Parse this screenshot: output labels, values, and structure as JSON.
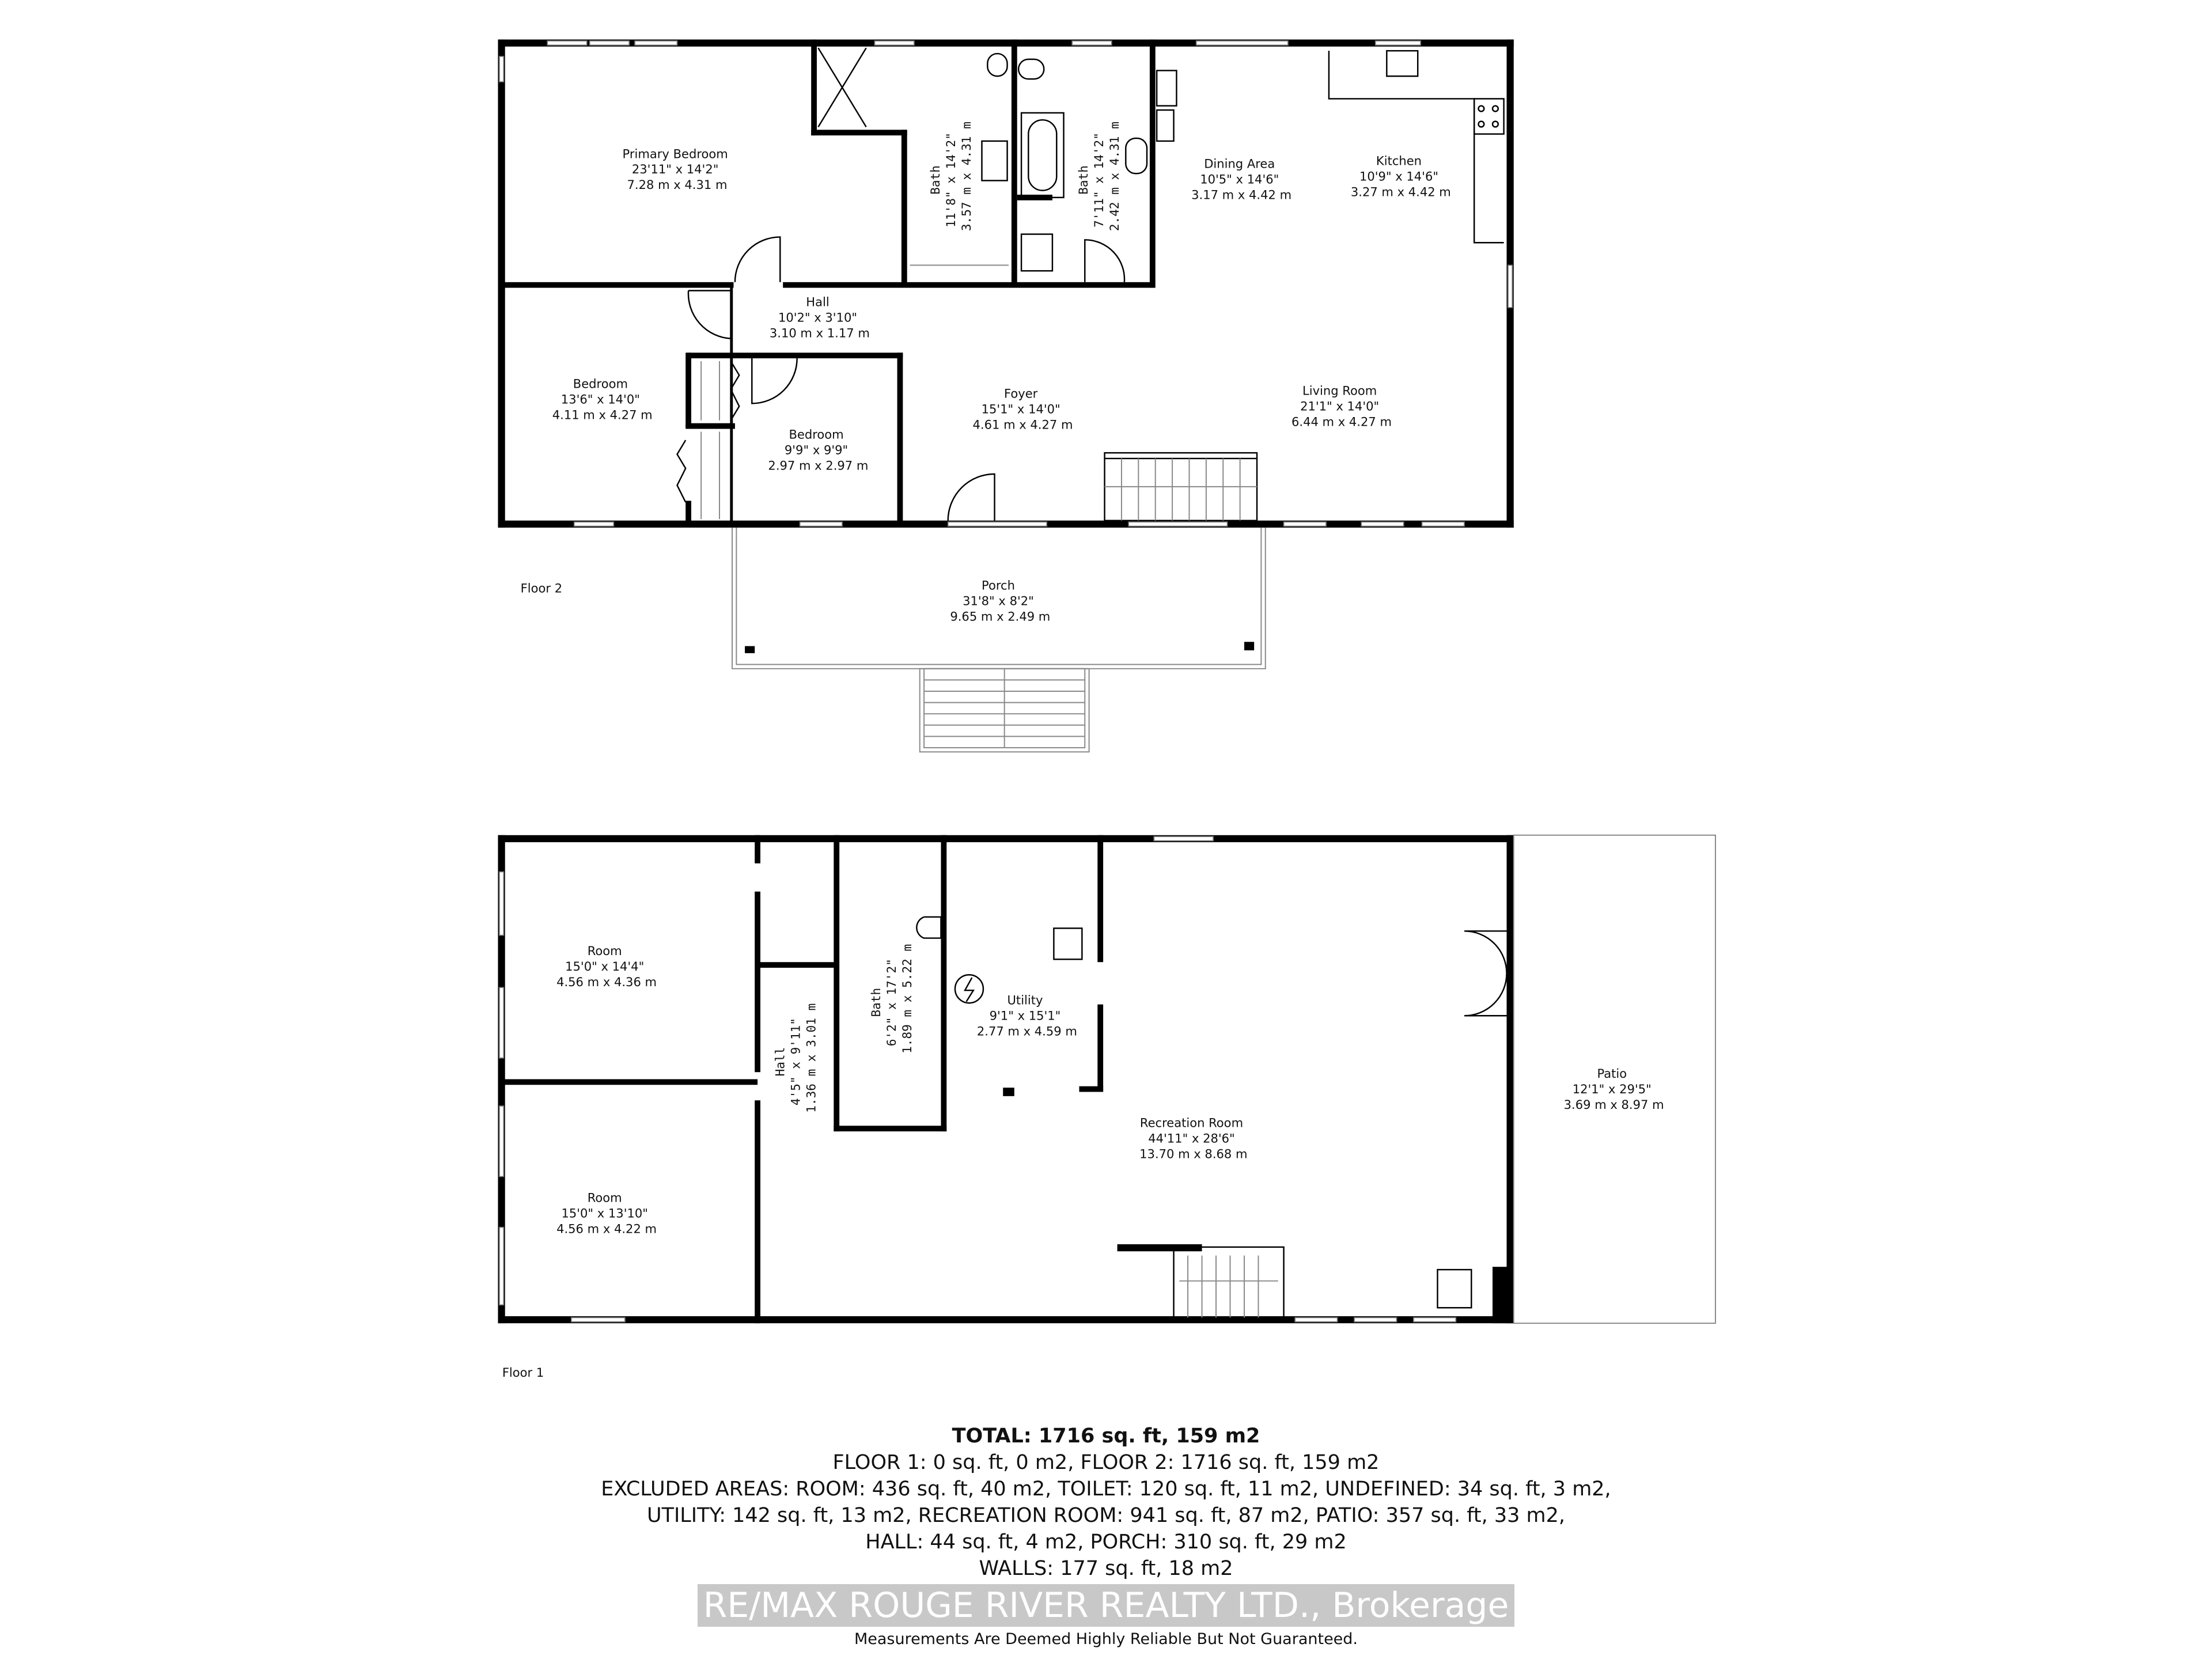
{
  "floor2": {
    "label": "Floor 2",
    "rooms": {
      "primary_bedroom": {
        "name": "Primary Bedroom",
        "imperial": "23'11\" x 14'2\"",
        "metric": "7.28 m x 4.31 m"
      },
      "bath1": {
        "name": "Bath",
        "imperial": "11'8\" x 14'2\"",
        "metric": "3.57 m x 4.31 m"
      },
      "bath2": {
        "name": "Bath",
        "imperial": "7'11\" x 14'2\"",
        "metric": "2.42 m x 4.31 m"
      },
      "dining": {
        "name": "Dining Area",
        "imperial": "10'5\" x 14'6\"",
        "metric": "3.17 m x 4.42 m"
      },
      "kitchen": {
        "name": "Kitchen",
        "imperial": "10'9\" x 14'6\"",
        "metric": "3.27 m x 4.42 m"
      },
      "hall": {
        "name": "Hall",
        "imperial": "10'2\" x 3'10\"",
        "metric": "3.10 m x 1.17 m"
      },
      "bedroom1": {
        "name": "Bedroom",
        "imperial": "13'6\" x 14'0\"",
        "metric": "4.11 m x 4.27 m"
      },
      "bedroom2": {
        "name": "Bedroom",
        "imperial": "9'9\" x 9'9\"",
        "metric": "2.97 m x 2.97 m"
      },
      "foyer": {
        "name": "Foyer",
        "imperial": "15'1\" x 14'0\"",
        "metric": "4.61 m x 4.27 m"
      },
      "living": {
        "name": "Living Room",
        "imperial": "21'1\" x 14'0\"",
        "metric": "6.44 m x 4.27 m"
      },
      "porch": {
        "name": "Porch",
        "imperial": "31'8\" x 8'2\"",
        "metric": "9.65 m x 2.49 m"
      }
    }
  },
  "floor1": {
    "label": "Floor 1",
    "rooms": {
      "room1": {
        "name": "Room",
        "imperial": "15'0\" x 14'4\"",
        "metric": "4.56 m x 4.36 m"
      },
      "room2": {
        "name": "Room",
        "imperial": "15'0\" x 13'10\"",
        "metric": "4.56 m x 4.22 m"
      },
      "hall": {
        "name": "Hall",
        "imperial": "4'5\" x 9'11\"",
        "metric": "1.36 m x 3.01 m"
      },
      "bath": {
        "name": "Bath",
        "imperial": "6'2\" x 17'2\"",
        "metric": "1.89 m x 5.22 m"
      },
      "utility": {
        "name": "Utility",
        "imperial": "9'1\" x 15'1\"",
        "metric": "2.77 m x 4.59 m"
      },
      "recreation": {
        "name": "Recreation Room",
        "imperial": "44'11\" x 28'6\"",
        "metric": "13.70 m x 8.68 m"
      },
      "patio": {
        "name": "Patio",
        "imperial": "12'1\" x 29'5\"",
        "metric": "3.69 m x 8.97 m"
      }
    }
  },
  "summary": {
    "total": "TOTAL: 1716 sq. ft, 159 m2",
    "lines": [
      "FLOOR 1: 0 sq. ft, 0 m2, FLOOR 2: 1716 sq. ft, 159 m2",
      "EXCLUDED AREAS: ROOM: 436 sq. ft, 40 m2, TOILET: 120 sq. ft, 11 m2, UNDEFINED: 34 sq. ft, 3 m2,",
      "UTILITY: 142 sq. ft, 13 m2, RECREATION ROOM: 941 sq. ft, 87 m2, PATIO: 357 sq. ft, 33 m2,",
      "HALL: 44 sq. ft, 4 m2, PORCH: 310 sq. ft, 29 m2",
      "WALLS: 177 sq. ft, 18 m2"
    ],
    "watermark": "RE/MAX ROUGE RIVER REALTY LTD., Brokerage",
    "disclaimer": "Measurements Are Deemed Highly Reliable But Not Guaranteed."
  }
}
